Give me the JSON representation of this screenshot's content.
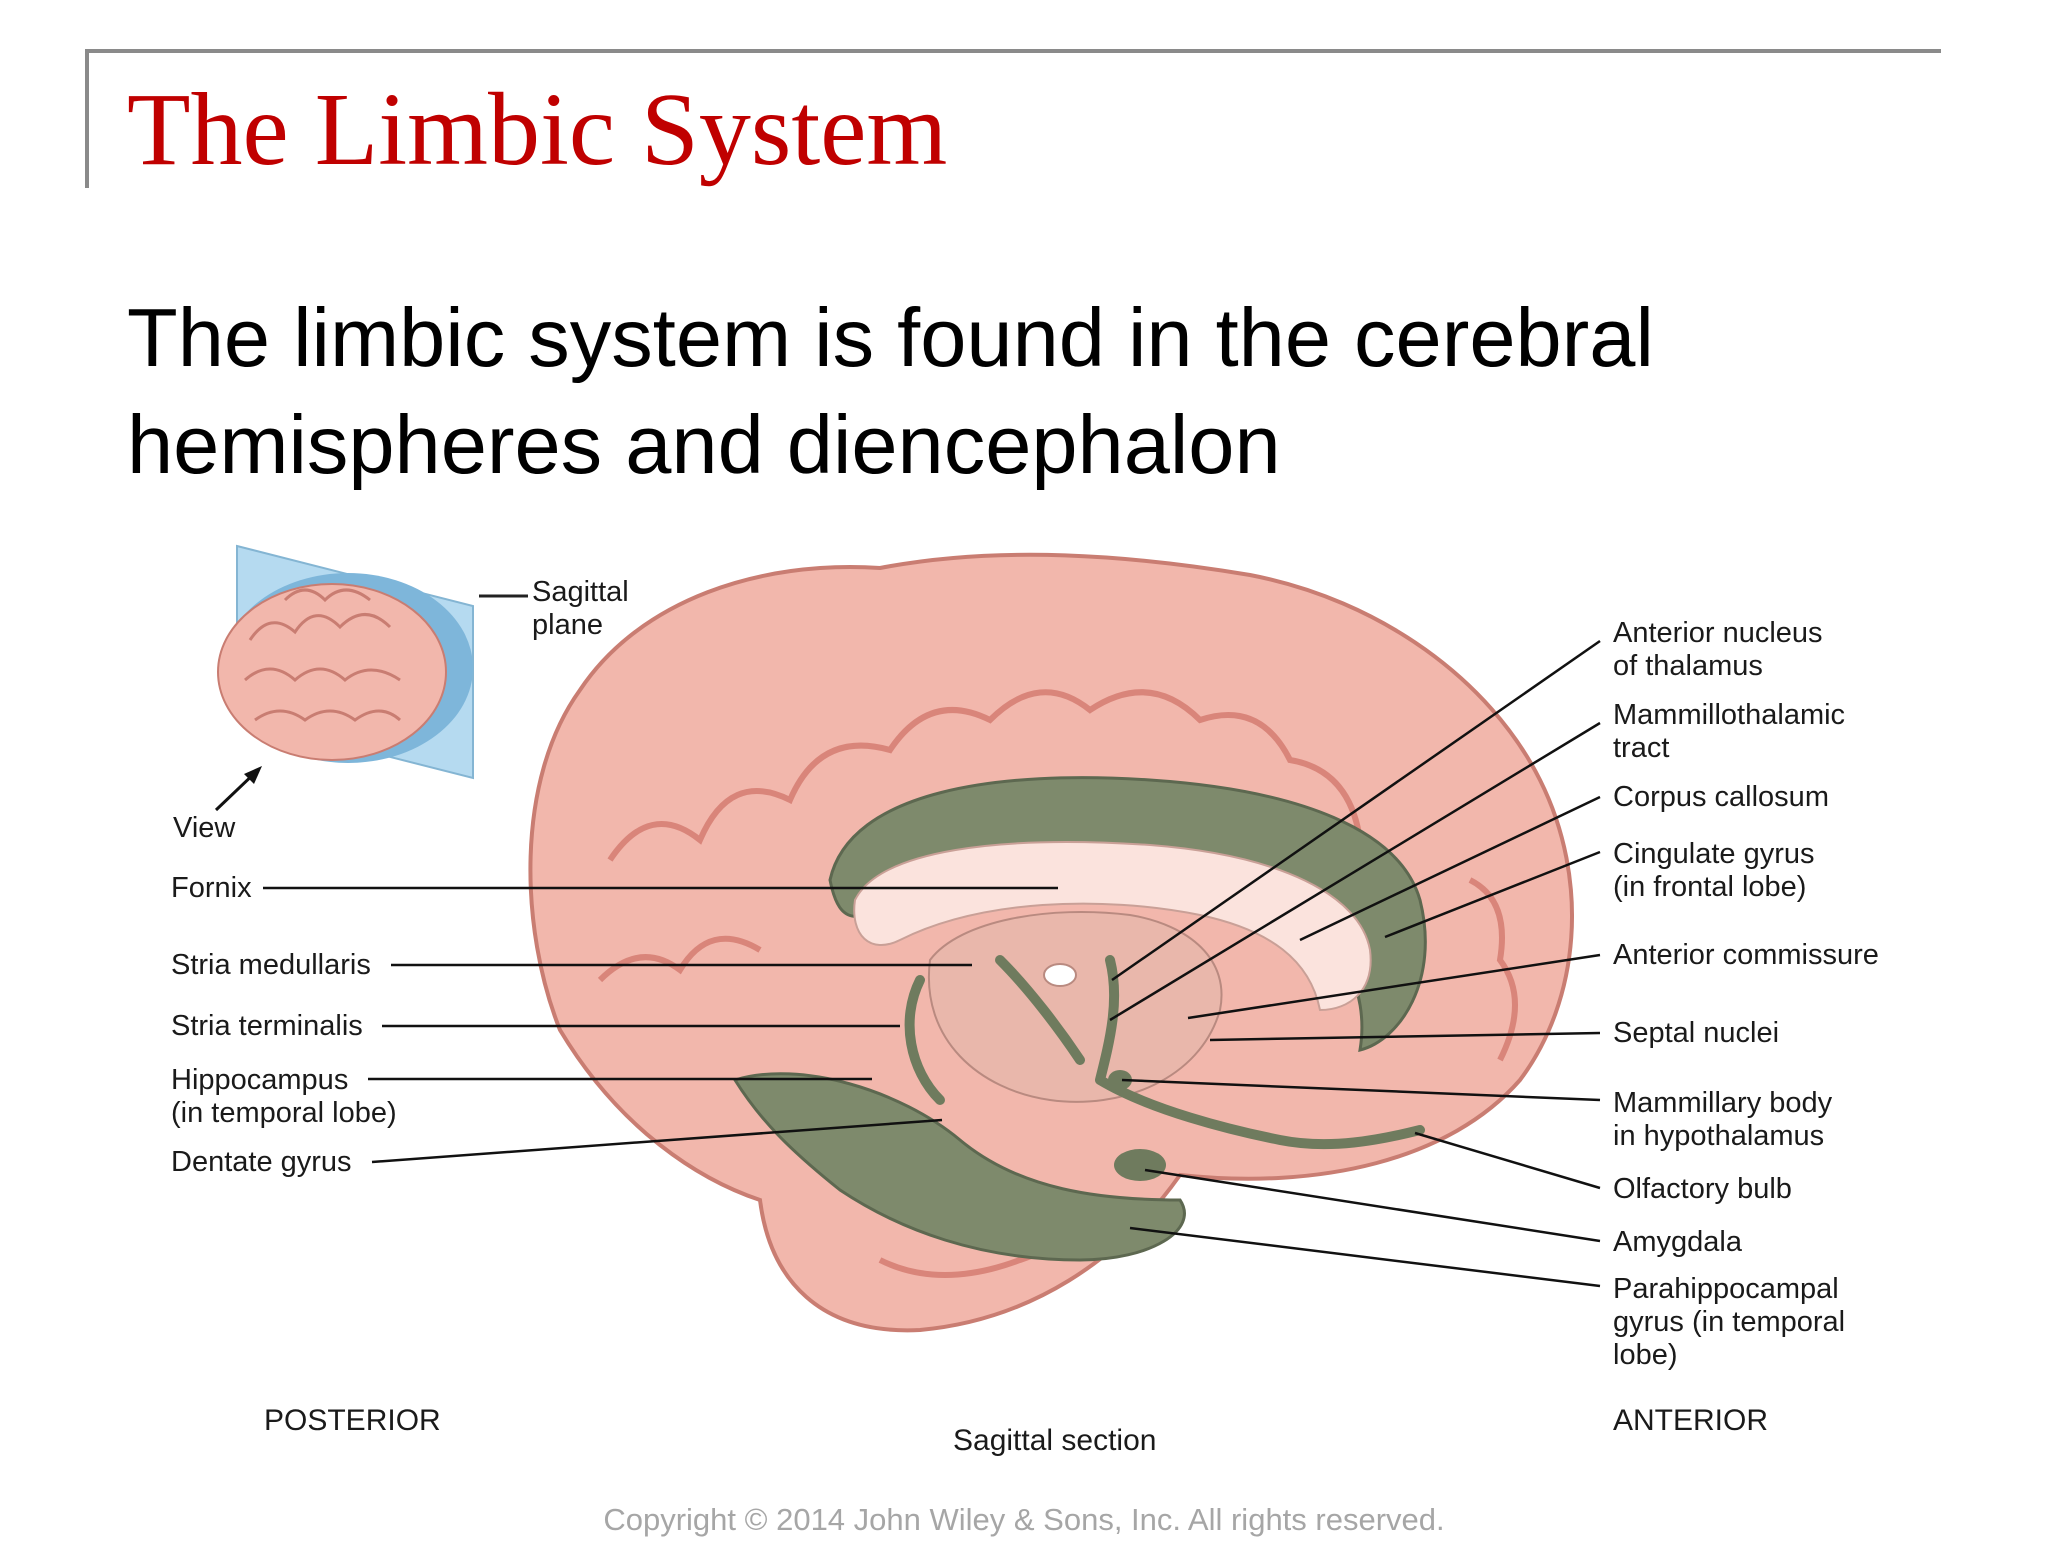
{
  "slide": {
    "title": "The Limbic System",
    "body_line1": "The limbic system is found in the cerebral",
    "body_line2": "hemispheres and diencephalon",
    "copyright": "Copyright © 2014 John Wiley & Sons, Inc. All rights reserved."
  },
  "figure": {
    "inset": {
      "plane_label_line1": "Sagittal",
      "plane_label_line2": "plane",
      "view_label": "View"
    },
    "left_labels": {
      "fornix": "Fornix",
      "stria_medullaris": "Stria medullaris",
      "stria_terminalis": "Stria terminalis",
      "hippocampus_line1": "Hippocampus",
      "hippocampus_line2": "(in temporal lobe)",
      "dentate_gyrus": "Dentate gyrus"
    },
    "right_labels": {
      "anterior_nucleus_line1": "Anterior nucleus",
      "anterior_nucleus_line2": "of thalamus",
      "mammillothalamic_line1": "Mammillothalamic",
      "mammillothalamic_line2": "tract",
      "corpus_callosum": "Corpus callosum",
      "cingulate_line1": "Cingulate gyrus",
      "cingulate_line2": "(in frontal lobe)",
      "anterior_commissure": "Anterior commissure",
      "septal_nuclei": "Septal nuclei",
      "mammillary_line1": "Mammillary body",
      "mammillary_line2": "in hypothalamus",
      "olfactory_bulb": "Olfactory bulb",
      "amygdala": "Amygdala",
      "parahippocampal_line1": "Parahippocampal",
      "parahippocampal_line2": "gyrus (in temporal",
      "parahippocampal_line3": "lobe)"
    },
    "captions": {
      "posterior": "POSTERIOR",
      "sagittal_section": "Sagittal section",
      "anterior": "ANTERIOR"
    },
    "colors": {
      "cortex": "#f2b7ac",
      "cortex_dark": "#d9857a",
      "limbic": "#7e8a6c",
      "limbic_light": "#a3ad90",
      "corpus_callosum": "#fbe3dd",
      "plane": "#a9d4ee",
      "title_red": "#c00000"
    }
  }
}
